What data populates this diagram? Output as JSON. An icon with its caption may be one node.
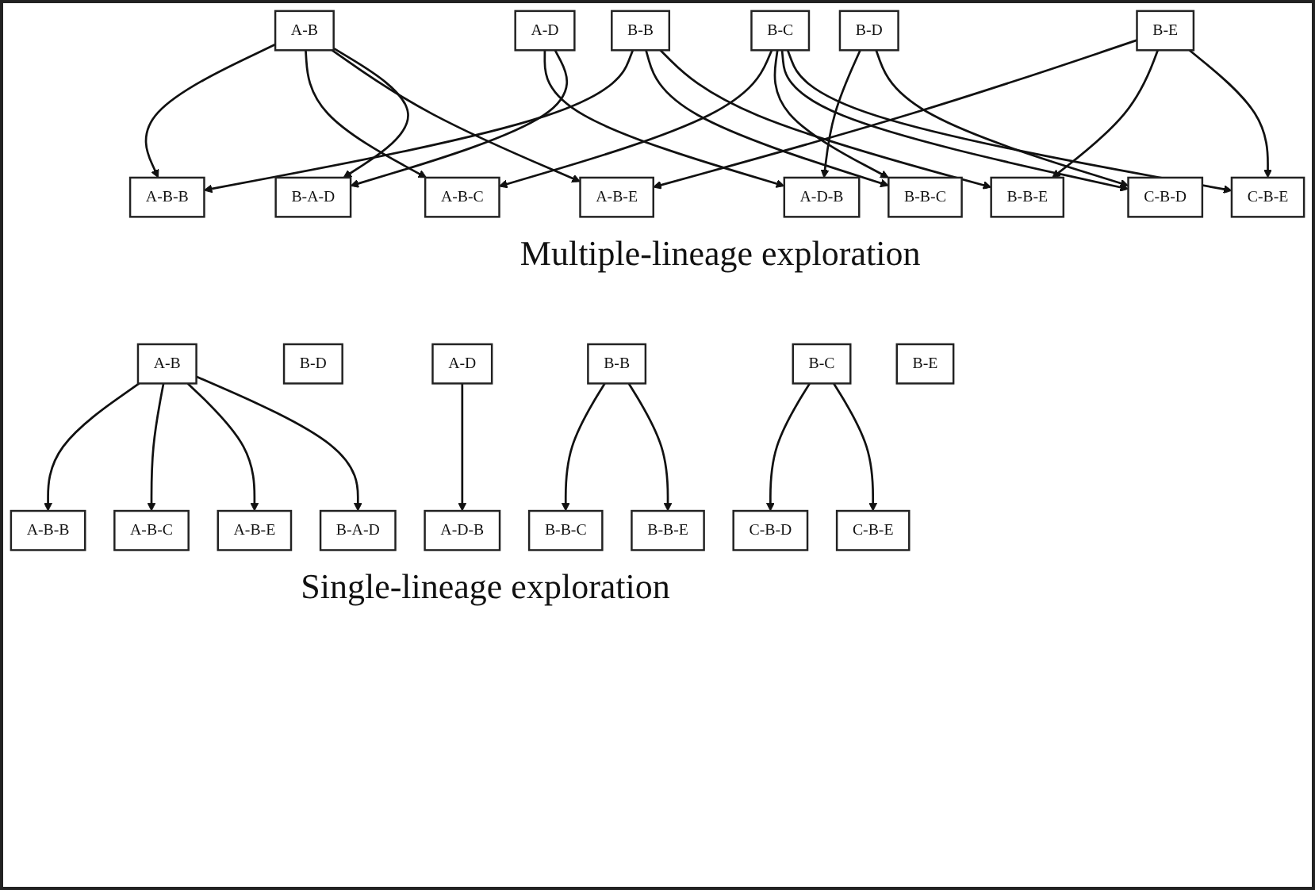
{
  "diagram": {
    "nodes": [
      {
        "text": [
          "A-B"
        ]
      },
      {
        "text": [
          "A-D"
        ]
      },
      {
        "text": [
          "B-B"
        ]
      },
      {
        "text": [
          "B-C"
        ]
      },
      {
        "text": [
          "B-D"
        ]
      },
      {
        "text": [
          "B-E"
        ]
      },
      {
        "text": [
          "A-B-B"
        ]
      },
      {
        "text": [
          "A-B-C"
        ]
      },
      {
        "text": [
          "A-B-E"
        ]
      },
      {
        "text": [
          "A-D-B"
        ]
      },
      {
        "text": [
          "B-A-D"
        ]
      },
      {
        "text": [
          "B-B-C"
        ]
      },
      {
        "text": [
          "B-B-E"
        ]
      },
      {
        "text": [
          "C-B-D"
        ]
      },
      {
        "text": [
          "C-B-E"
        ]
      },
      {
        "text": [
          "A-B"
        ]
      },
      {
        "text": [
          "A-D"
        ]
      },
      {
        "text": [
          "B-B"
        ]
      },
      {
        "text": [
          "B-C"
        ]
      },
      {
        "text": [
          "B-D"
        ]
      },
      {
        "text": [
          "B-E"
        ]
      },
      {
        "text": [
          "A-B-B"
        ]
      },
      {
        "text": [
          "A-B-C"
        ]
      },
      {
        "text": [
          "A-B-E"
        ]
      },
      {
        "text": [
          "A-D-B"
        ]
      },
      {
        "text": [
          "B-A-D"
        ]
      },
      {
        "text": [
          "B-B-C"
        ]
      },
      {
        "text": [
          "B-B-E"
        ]
      },
      {
        "text": [
          "C-B-D"
        ]
      },
      {
        "text": [
          "C-B-E"
        ]
      }
    ],
    "edges": [
      {
        "from": 0,
        "to": 6,
        "arrow": "to"
      },
      {
        "from": 0,
        "to": 7,
        "arrow": "to"
      },
      {
        "from": 0,
        "to": 8,
        "arrow": "to"
      },
      {
        "from": 0,
        "to": 10,
        "arrow": "to"
      },
      {
        "from": 1,
        "to": 9,
        "arrow": "to"
      },
      {
        "from": 1,
        "to": 10,
        "arrow": "to"
      },
      {
        "from": 2,
        "to": 6,
        "arrow": "to"
      },
      {
        "from": 2,
        "to": 11,
        "arrow": "to"
      },
      {
        "from": 2,
        "to": 12,
        "arrow": "to"
      },
      {
        "from": 3,
        "to": 7,
        "arrow": "to"
      },
      {
        "from": 3,
        "to": 11,
        "arrow": "to"
      },
      {
        "from": 3,
        "to": 13,
        "arrow": "to"
      },
      {
        "from": 3,
        "to": 14,
        "arrow": "to"
      },
      {
        "from": 4,
        "to": 9,
        "arrow": "to"
      },
      {
        "from": 4,
        "to": 13,
        "arrow": "to"
      },
      {
        "from": 5,
        "to": 8,
        "arrow": "to"
      },
      {
        "from": 5,
        "to": 12,
        "arrow": "to"
      },
      {
        "from": 5,
        "to": 14,
        "arrow": "to"
      },
      {
        "from": 15,
        "to": 21,
        "arrow": "to"
      },
      {
        "from": 15,
        "to": 22,
        "arrow": "to"
      },
      {
        "from": 15,
        "to": 23,
        "arrow": "to"
      },
      {
        "from": 15,
        "to": 25,
        "arrow": "to"
      },
      {
        "from": 16,
        "to": 24,
        "arrow": "to"
      },
      {
        "from": 17,
        "to": 26,
        "arrow": "to"
      },
      {
        "from": 17,
        "to": 27,
        "arrow": "to"
      },
      {
        "from": 18,
        "to": 28,
        "arrow": "to"
      },
      {
        "from": 18,
        "to": 29,
        "arrow": "to"
      }
    ],
    "labels": [
      "Multiple-lineage exploration",
      "Single-lineage exploration"
    ]
  }
}
